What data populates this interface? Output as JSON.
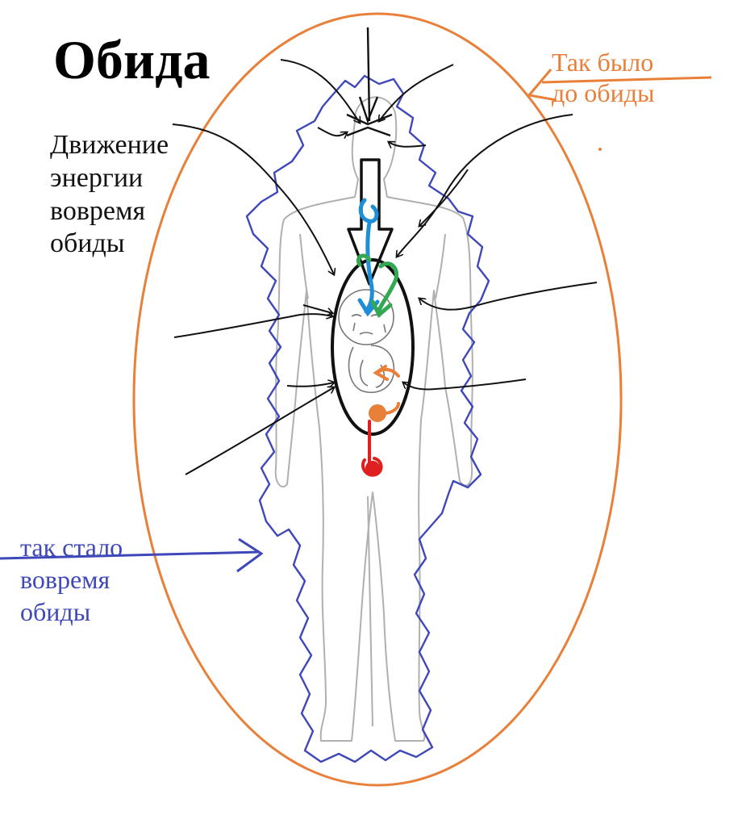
{
  "title": "Обида",
  "energy_note": {
    "lines": [
      "Движение",
      "энергии",
      "вовремя",
      "обиды"
    ]
  },
  "before_note": {
    "lines": [
      "Так было",
      "до обиды"
    ],
    "color": "#E8803A"
  },
  "after_note": {
    "lines": [
      "так стало",
      "вовремя",
      "обиды"
    ],
    "color": "#3F48B8"
  },
  "colors": {
    "aura_before": "#E8803A",
    "aura_after": "#3F48B8",
    "body_outline": "#B0B0B0",
    "energy_arrows": "#111111",
    "chakra_throat": "#1E8FD6",
    "chakra_heart": "#33A852",
    "chakra_solar": "#E8803A",
    "chakra_root": "#E02020"
  }
}
